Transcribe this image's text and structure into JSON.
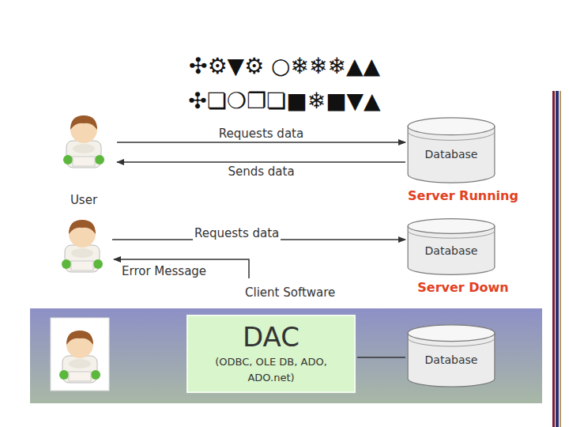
{
  "diagram": {
    "title": "✣⚙▼⚙ ○❄❄❄▲▲ ✣❏❍❐❏■❄■▼▲",
    "nodes": [
      {
        "text": [
          "User"
        ]
      },
      {
        "text": [
          "Database",
          "Server Running"
        ]
      },
      {
        "text": [
          "Database",
          "Server Down"
        ]
      },
      {
        "text": [
          "DAC",
          "(ODBC, OLE DB, ADO, ADO.net)"
        ]
      },
      {
        "text": [
          "Database"
        ]
      }
    ],
    "edges": [
      {
        "from": 0,
        "to": 1,
        "label": "Requests data",
        "arrow": "to"
      },
      {
        "from": 1,
        "to": 0,
        "label": "Sends data",
        "arrow": "to"
      },
      {
        "from": 3,
        "to": 4,
        "arrow": "none"
      }
    ],
    "labels": [
      "Requests data",
      "Error Message",
      "Client Software"
    ]
  }
}
